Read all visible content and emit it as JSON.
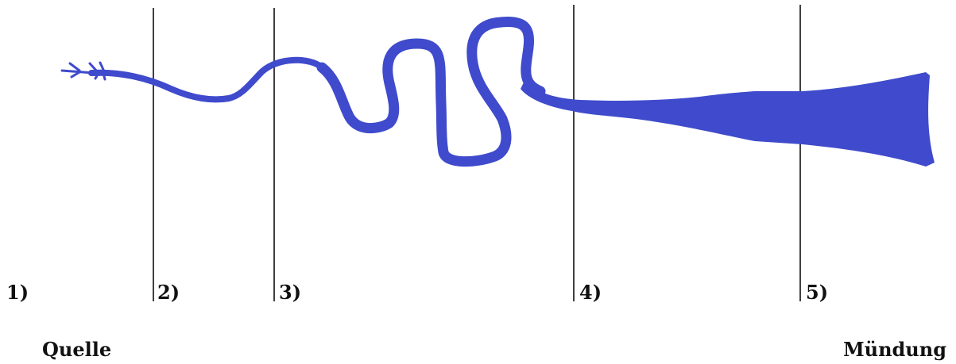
{
  "diagram": {
    "river_color": "#3f4bcc",
    "divider_color": "#111111",
    "sections": [
      {
        "label": "1)"
      },
      {
        "label": "2)"
      },
      {
        "label": "3)"
      },
      {
        "label": "4)"
      },
      {
        "label": "5)"
      }
    ],
    "source_label": "Quelle",
    "mouth_label": "Mündung"
  }
}
